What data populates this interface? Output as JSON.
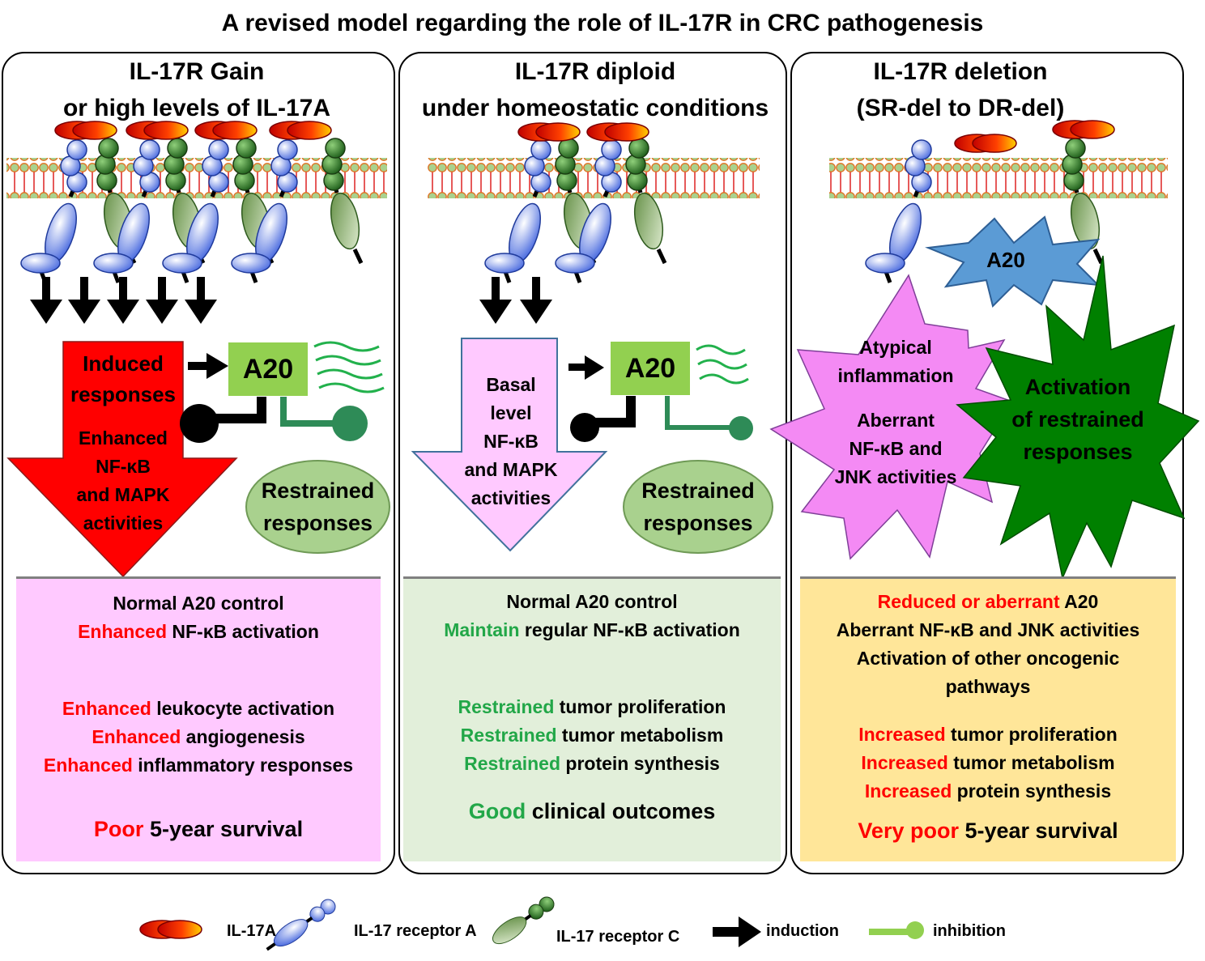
{
  "title": "A revised model regarding the role of IL-17R in CRC pathogenesis",
  "panels": [
    {
      "title_line1": "IL-17R Gain",
      "title_line2": "or high levels of IL-17A",
      "arrow_text1": "Induced",
      "arrow_text2": "responses",
      "arrow_text3": "Enhanced",
      "arrow_text4": "NF-κB",
      "arrow_text5": "and MAPK",
      "arrow_text6": "activities",
      "a20": "A20",
      "oval_line1": "Restrained",
      "oval_line2": "responses",
      "box": {
        "l1": "Normal A20 control",
        "l2a": "Enhanced",
        "l2b": " NF-κB activation",
        "l3a": "Enhanced",
        "l3b": " leukocyte activation",
        "l4a": "Enhanced",
        "l4b": " angiogenesis",
        "l5a": "Enhanced",
        "l5b": " inflammatory responses",
        "l6a": "Poor",
        "l6b": " 5-year survival"
      }
    },
    {
      "title_line1": "IL-17R diploid",
      "title_line2": "under homeostatic conditions",
      "arrow_text1": "Basal",
      "arrow_text2": "level",
      "arrow_text3": "NF-κB",
      "arrow_text4": "and MAPK",
      "arrow_text5": "activities",
      "a20": "A20",
      "oval_line1": "Restrained",
      "oval_line2": "responses",
      "box": {
        "l1": "Normal A20 control",
        "l2a": "Maintain",
        "l2b": " regular NF-κB activation",
        "l3a": "Restrained",
        "l3b": " tumor proliferation",
        "l4a": "Restrained",
        "l4b": " tumor metabolism",
        "l5a": "Restrained",
        "l5b": " protein synthesis",
        "l6a": "Good",
        "l6b": " clinical outcomes"
      }
    },
    {
      "title_line1": "IL-17R deletion",
      "title_line2": "(SR-del to DR-del)",
      "a20": "A20",
      "pink_star_line1": "Atypical",
      "pink_star_line2": "inflammation",
      "pink_star_line3": "Aberrant",
      "pink_star_line4": "NF-κB and",
      "pink_star_line5": "JNK activities",
      "green_star_line1": "Activation",
      "green_star_line2": "of restrained",
      "green_star_line3": "responses",
      "box": {
        "l1a": "Reduced or aberrant",
        "l1b": " A20",
        "l2": "Aberrant NF-κB and JNK activities",
        "l3": "Activation of other oncogenic",
        "l4": "pathways",
        "l5a": "Increased",
        "l5b": " tumor proliferation",
        "l6a": "Increased",
        "l6b": " tumor metabolism",
        "l7a": "Increased",
        "l7b": " protein synthesis",
        "l8a": "Very poor",
        "l8b": " 5-year survival"
      }
    }
  ],
  "legend": {
    "il17a": "IL-17A",
    "receptor_a": "IL-17 receptor A",
    "receptor_c": "IL-17 receptor C",
    "induction": "induction",
    "inhibition": "inhibition"
  },
  "colors": {
    "red_text": "#ff0000",
    "green_text": "#22a748",
    "box1_bg": "#ffc9ff",
    "box2_bg": "#e2efda",
    "box3_bg": "#ffe699",
    "a20_green": "#92d050",
    "pink_star": "#f48af4",
    "green_star": "#008000",
    "blue_star": "#5b9bd5"
  }
}
